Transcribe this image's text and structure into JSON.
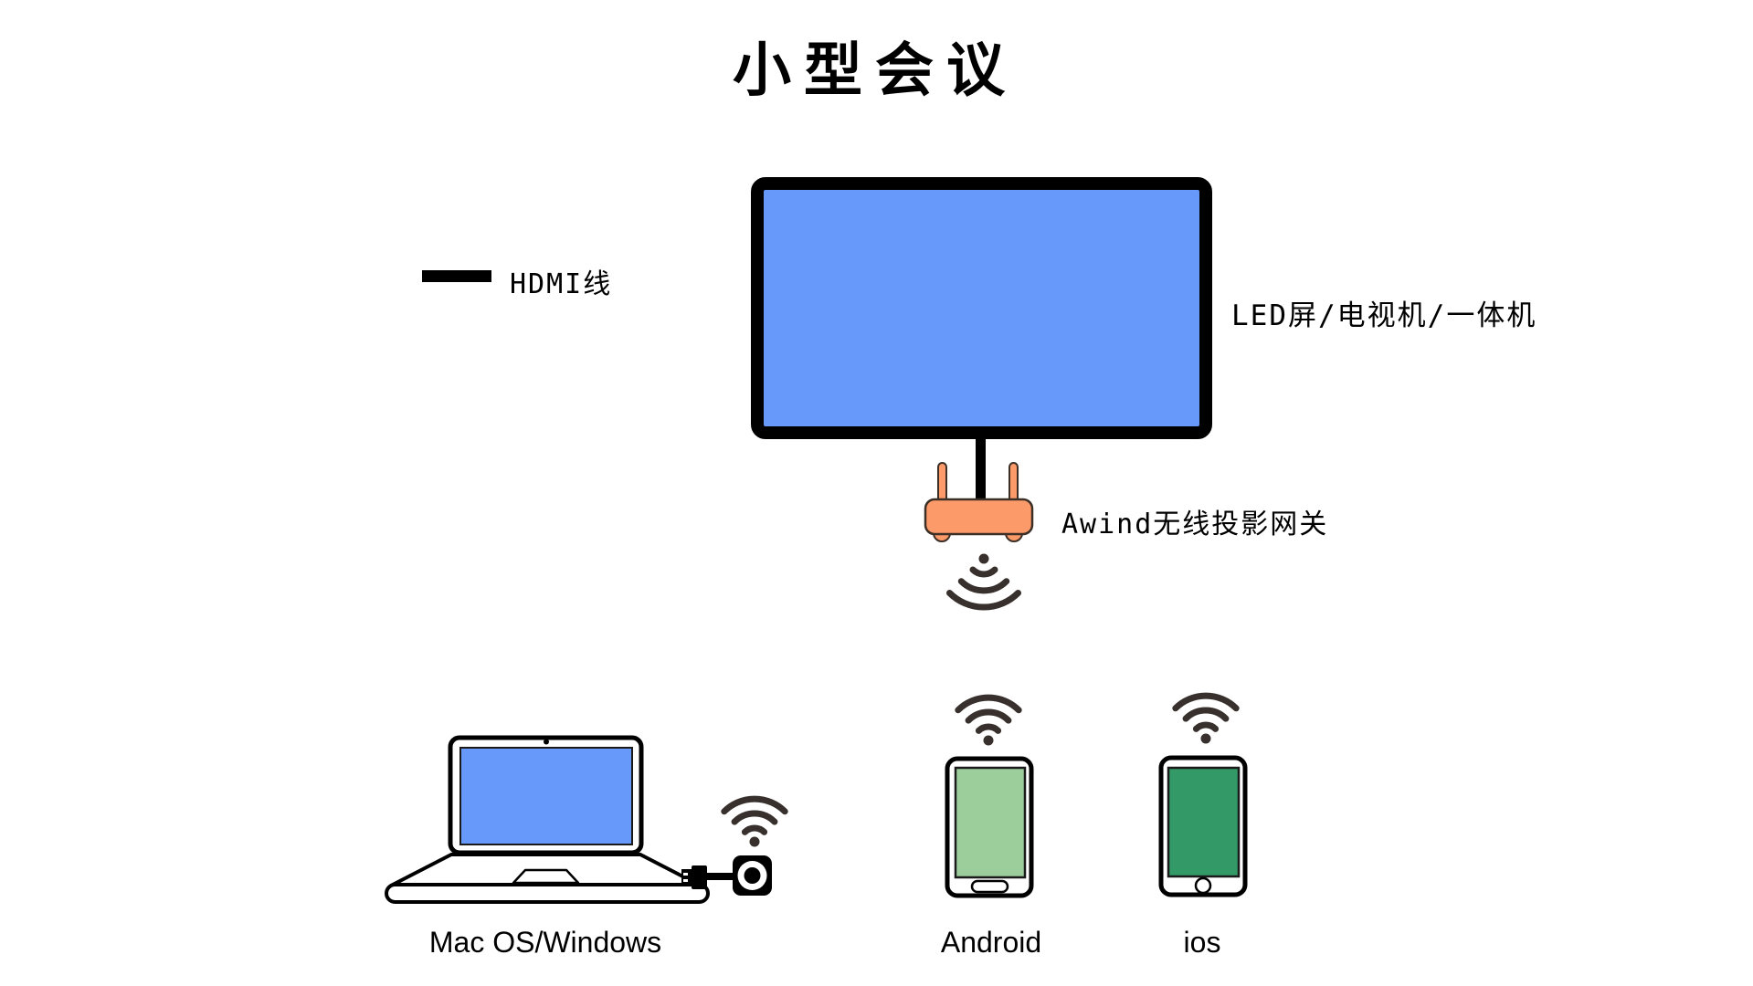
{
  "title": "小型会议",
  "legend": {
    "hdmi_label": "HDMI线",
    "swatch_color": "#000000"
  },
  "display": {
    "label": "LED屏/电视机/一体机"
  },
  "gateway": {
    "label": "Awind无线投影网关"
  },
  "devices": {
    "laptop_label": "Mac OS/Windows",
    "android_label": "Android",
    "ios_label": "ios"
  },
  "colors": {
    "display_screen": "#6699FA",
    "laptop_screen": "#6699FA",
    "gateway_body": "#FD9A69",
    "android_screen": "#9CCE9C",
    "ios_screen": "#339966",
    "wifi_icon": "#38302C",
    "outline": "#000000"
  }
}
